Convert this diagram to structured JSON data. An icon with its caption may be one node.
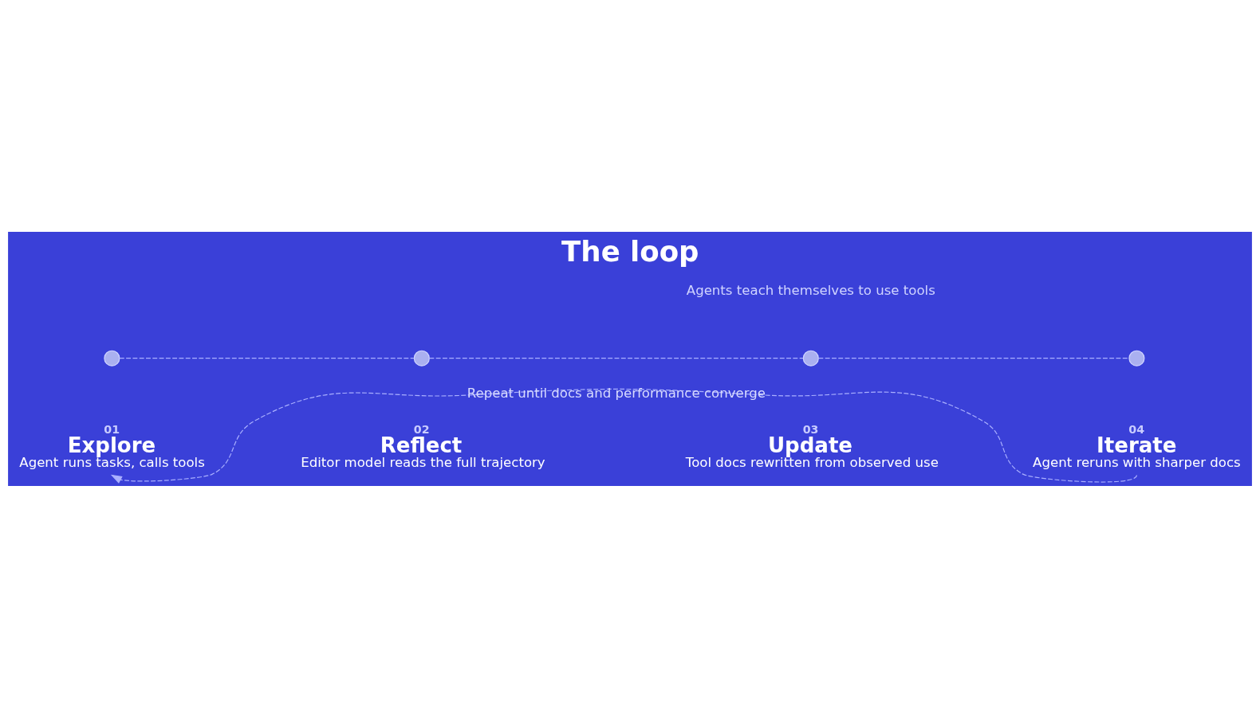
{
  "diagram": {
    "title": "The loop",
    "nodes": [
      {
        "text": [],
        "shape": "circle"
      },
      {
        "text": [],
        "shape": "circle"
      },
      {
        "text": [],
        "shape": "circle"
      },
      {
        "text": [],
        "shape": "circle"
      },
      {
        "text": [
          "01",
          "Explore",
          "Agent runs tasks, calls tools"
        ]
      },
      {
        "text": [
          "02",
          "Reflect",
          "Editor model reads the full trajectory"
        ]
      },
      {
        "text": [
          "03",
          "Update",
          "Tool docs rewritten from observed use"
        ]
      },
      {
        "text": [
          "04",
          "Iterate",
          "Agent reruns with sharper docs"
        ]
      }
    ],
    "edges": [
      {
        "from": 0,
        "to": 1,
        "arrow": "none",
        "style": "dashed"
      },
      {
        "from": 1,
        "to": 2,
        "arrow": "none",
        "style": "dashed"
      },
      {
        "from": 2,
        "to": 3,
        "arrow": "none",
        "style": "dashed"
      },
      {
        "from": 7,
        "to": 4,
        "arrow": "to",
        "style": "dashed",
        "label": "Repeat until docs and performance converge"
      }
    ],
    "labels": [
      "Agents teach themselves to use tools"
    ]
  }
}
